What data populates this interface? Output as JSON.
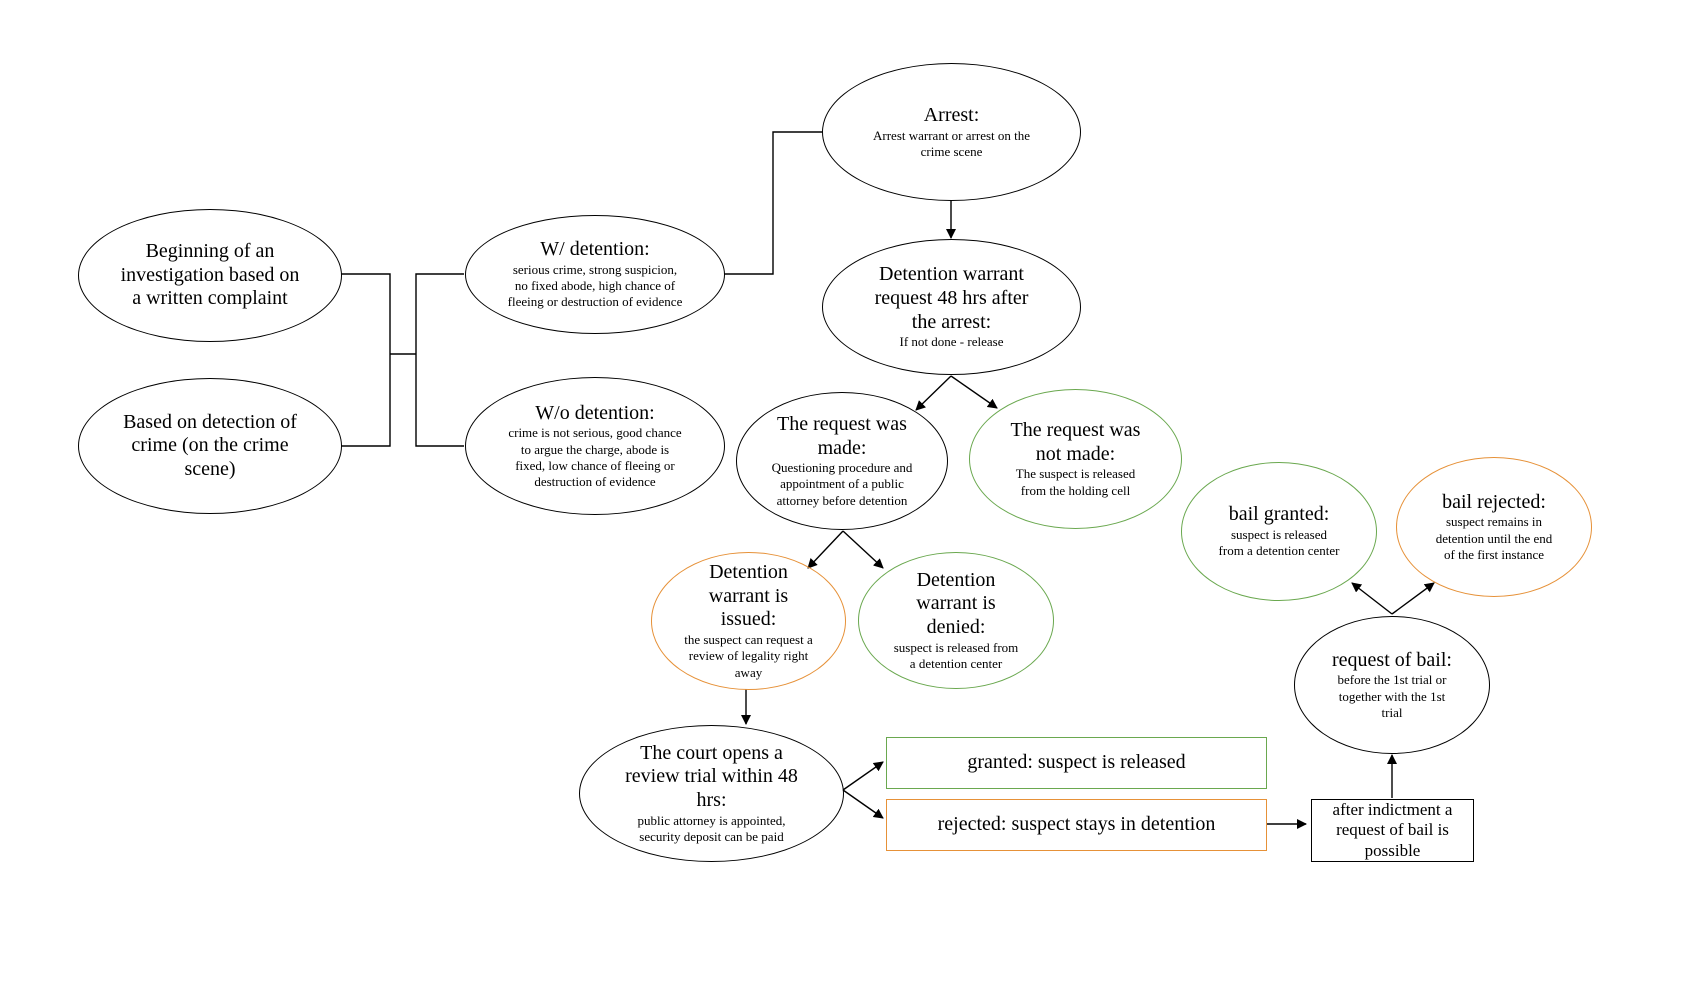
{
  "colors": {
    "line": "#000000",
    "green": "#6aa84f",
    "orange": "#e69138",
    "background": "#ffffff"
  },
  "nodes": {
    "investigation_complaint": {
      "title": "Beginning of an investigation based on a written complaint"
    },
    "detection_of_crime": {
      "title": "Based on detection of crime (on the crime scene)"
    },
    "with_detention": {
      "title": "W/ detention:",
      "text": "serious crime, strong suspicion, no fixed abode, high chance of fleeing or destruction of evidence"
    },
    "without_detention": {
      "title": "W/o detention:",
      "text": "crime is not serious, good chance to argue the charge, abode is fixed, low chance of fleeing or destruction of evidence"
    },
    "arrest": {
      "title": "Arrest:",
      "text": "Arrest warrant or arrest on the crime scene"
    },
    "detention_warrant_request": {
      "title": "Detention warrant request 48 hrs after the arrest:",
      "text": "If not done - release"
    },
    "request_made": {
      "title": "The request was made:",
      "text": "Questioning procedure and appointment of a public attorney before detention"
    },
    "request_not_made": {
      "title": "The request was not made:",
      "text": "The suspect is released from the holding cell"
    },
    "warrant_issued": {
      "title": "Detention warrant is issued:",
      "text": "the suspect can request a review of legality right away"
    },
    "warrant_denied": {
      "title": "Detention warrant is denied:",
      "text": "suspect is released from a detention center"
    },
    "review_trial": {
      "title": "The court opens a review trial within 48 hrs:",
      "text": "public attorney is appointed, security deposit can be paid"
    },
    "review_granted": {
      "title": "granted: suspect is released"
    },
    "review_rejected": {
      "title": "rejected: suspect stays in detention"
    },
    "after_indictment": {
      "title": "after indictment a request of bail is possible"
    },
    "request_of_bail": {
      "title": "request of bail:",
      "text": "before the 1st trial or together with the 1st trial"
    },
    "bail_granted": {
      "title": "bail granted:",
      "text": "suspect is released from a detention center"
    },
    "bail_rejected": {
      "title": "bail rejected:",
      "text": "suspect remains in detention until the end of the first instance"
    }
  }
}
